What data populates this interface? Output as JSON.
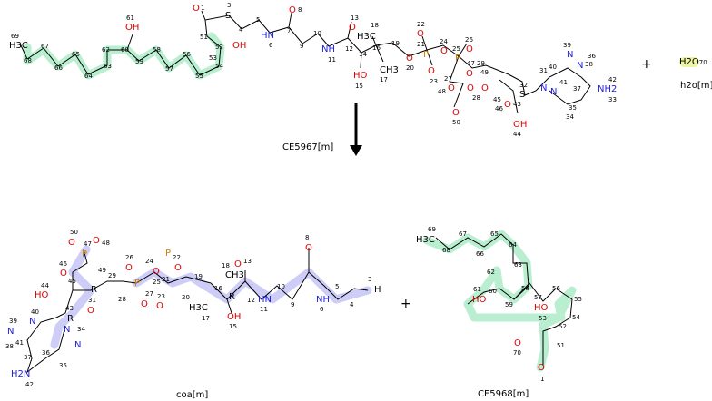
{
  "reaction": {
    "reactant_main_name": "CE5967[m]",
    "reactant_water_name": "h2o[m]",
    "product_coa_name": "coa[m]",
    "product_main_name": "CE5968[m]",
    "plus_symbol": "+",
    "water_formula": "H2O",
    "water_atom_index": "70"
  },
  "colors": {
    "fatty_highlight": "#b9efd0",
    "coa_highlight": "#cdcdf7",
    "water_highlight": "#eef5a0",
    "oxygen": "#e00000",
    "nitrogen": "#2020e0",
    "phosphorus": "#d08000",
    "bond": "#000000"
  },
  "atoms": {
    "top": [
      "69",
      "H3C",
      "68",
      "67",
      "66",
      "65",
      "64",
      "63",
      "62",
      "61",
      "OH",
      "60",
      "59",
      "58",
      "57",
      "56",
      "55",
      "54",
      "52",
      "OH",
      "53",
      "51",
      "O",
      "1",
      "S",
      "3",
      "4",
      "5",
      "HN",
      "6",
      "7",
      "O",
      "8",
      "9",
      "10",
      "NH",
      "11",
      "12",
      "O",
      "13",
      "14",
      "HO",
      "15",
      "16",
      "H3C",
      "18",
      "CH3",
      "17",
      "19",
      "O",
      "20",
      "P",
      "21",
      "O",
      "22",
      "O",
      "23",
      "O",
      "24",
      "P",
      "25",
      "O",
      "26",
      "O",
      "47",
      "O",
      "48",
      "28",
      "O",
      "49",
      "29",
      "O",
      "31",
      "27",
      "O",
      "50",
      "45",
      "O",
      "46",
      "43",
      "OH",
      "44",
      "S",
      "32",
      "N",
      "40",
      "41",
      "N",
      "39",
      "N",
      "38",
      "36",
      "37",
      "NH2",
      "42",
      "33",
      "N",
      "35",
      "34"
    ],
    "coa": [
      "50",
      "O",
      "47",
      "P",
      "O",
      "48",
      "46",
      "O",
      "44",
      "HO",
      "45",
      "R",
      "49",
      "29",
      "26",
      "O",
      "24",
      "O",
      "22",
      "O",
      "P",
      "25",
      "P",
      "21",
      "O",
      "27",
      "O",
      "23",
      "28",
      "19",
      "20",
      "18",
      "CH3",
      "16",
      "H3C",
      "17",
      "R",
      "13",
      "O",
      "12",
      "HN",
      "11",
      "OH",
      "15",
      "10",
      "9",
      "8",
      "O",
      "NH",
      "6",
      "5",
      "4",
      "3",
      "H",
      "43",
      "R",
      "O",
      "31",
      "40",
      "N",
      "39",
      "N",
      "38",
      "41",
      "36",
      "37",
      "H2N",
      "42",
      "N",
      "34",
      "N",
      "35"
    ],
    "fa": [
      "69",
      "H3C",
      "68",
      "67",
      "66",
      "65",
      "64",
      "63",
      "62",
      "61",
      "HO",
      "60",
      "59",
      "58",
      "57",
      "56",
      "55",
      "54",
      "53",
      "HO",
      "52",
      "51",
      "O",
      "70",
      "O",
      "1"
    ]
  }
}
